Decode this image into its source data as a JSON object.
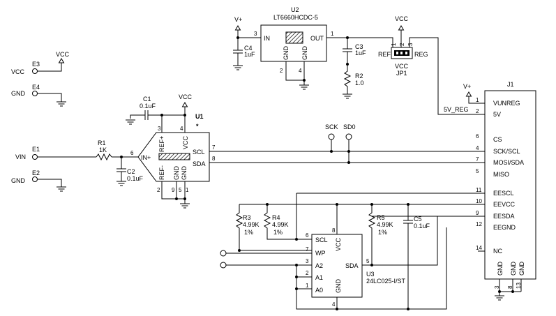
{
  "terminals": {
    "e3": {
      "ref": "E3",
      "net": "VCC"
    },
    "e4": {
      "ref": "E4",
      "net": "GND"
    },
    "e1": {
      "ref": "E1",
      "net": "VIN"
    },
    "e2": {
      "ref": "E2",
      "net": "GND"
    },
    "vcc_e3": "VCC"
  },
  "r1": {
    "ref": "R1",
    "value": "1K"
  },
  "c1": {
    "ref": "C1",
    "value": "0.1uF"
  },
  "c2": {
    "ref": "C2",
    "value": "0.1uF"
  },
  "u1": {
    "ref": "U1",
    "star": "*",
    "vcc_net": "VCC",
    "pins": {
      "in_plus": "IN+",
      "ref_plus": "REF+",
      "ref_minus": "REF-",
      "vcc": "VCC",
      "scl": "SCL",
      "sda": "SDA",
      "gnd1": "GND",
      "gnd2": "GND"
    },
    "pin_numbers": {
      "in": "6",
      "ref_plus": "3",
      "vcc": "4",
      "scl": "7",
      "sda": "8",
      "ref_minus": "2",
      "gnd1": "9",
      "gnd2": "5",
      "gnd3": "1"
    }
  },
  "test_points": {
    "sck": "SCK",
    "sdo": "SD0"
  },
  "u2": {
    "ref": "U2",
    "part": "LT6660HCDC-5",
    "pins": {
      "in": "IN",
      "out": "OUT",
      "gnd1": "GND",
      "gnd2": "GND"
    },
    "pin_numbers": {
      "in": "3",
      "out": "1",
      "gnd1": "2",
      "gnd2": "4"
    },
    "vplus": "V+"
  },
  "c4": {
    "ref": "C4",
    "value": "1uF"
  },
  "c3": {
    "ref": "C3",
    "value": "1uF"
  },
  "r2": {
    "ref": "R2",
    "value": "1.0"
  },
  "jp1": {
    "ref": "JP1",
    "top_net": "VCC",
    "bottom_net": "VCC",
    "left": "REF",
    "right": "REG",
    "pins": [
      "1",
      "2",
      "3"
    ]
  },
  "j1": {
    "ref": "J1",
    "vplus": "V+",
    "net_5v": "5V_REG",
    "pins": [
      {
        "num": "1",
        "name": "VUNREG"
      },
      {
        "num": "2",
        "name": "5V"
      },
      {
        "num": "6",
        "name": "CS"
      },
      {
        "num": "4",
        "name": "SCK/SCL"
      },
      {
        "num": "7",
        "name": "MOSI/SDA"
      },
      {
        "num": "5",
        "name": "MISO"
      },
      {
        "num": "11",
        "name": "EESCL"
      },
      {
        "num": "10",
        "name": "EEVCC"
      },
      {
        "num": "9",
        "name": "EESDA"
      },
      {
        "num": "12",
        "name": "EEGND"
      },
      {
        "num": "14",
        "name": "NC"
      }
    ],
    "gnd_pins": [
      {
        "num": "3",
        "name": "GND"
      },
      {
        "num": "8",
        "name": "GND"
      },
      {
        "num": "13",
        "name": "GND"
      }
    ]
  },
  "r3": {
    "ref": "R3",
    "value": "4.99K",
    "tol": "1%"
  },
  "r4": {
    "ref": "R4",
    "value": "4.99K",
    "tol": "1%"
  },
  "r5": {
    "ref": "R5",
    "value": "4.99K",
    "tol": "1%"
  },
  "c5": {
    "ref": "C5",
    "value": "0.1uF"
  },
  "u3": {
    "ref": "U3",
    "part": "24LC025-I/ST",
    "pins": {
      "scl": "SCL",
      "wp": "WP",
      "a2": "A2",
      "a1": "A1",
      "a0": "A0",
      "vcc": "VCC",
      "sda": "SDA",
      "gnd": "GND"
    },
    "pin_numbers": {
      "scl": "6",
      "wp": "7",
      "a2": "3",
      "a1": "2",
      "a0": "1",
      "vcc": "8",
      "sda": "5",
      "gnd": "4"
    }
  }
}
